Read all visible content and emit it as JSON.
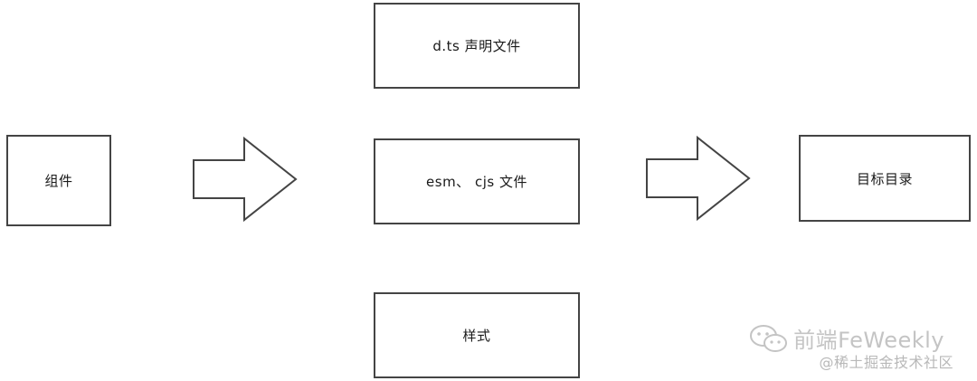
{
  "diagram": {
    "nodes": {
      "component": "组件",
      "dts": "d.ts 声明文件",
      "esm": "esm、 cjs 文件",
      "style": "样式",
      "target": "目标目录"
    },
    "arrows": [
      {
        "from": "component",
        "to": "outputs"
      },
      {
        "from": "outputs",
        "to": "target"
      }
    ]
  },
  "watermark": {
    "title": "前端FeWeekly",
    "subtitle": "@稀土掘金技术社区",
    "icon": "wechat-icon"
  }
}
